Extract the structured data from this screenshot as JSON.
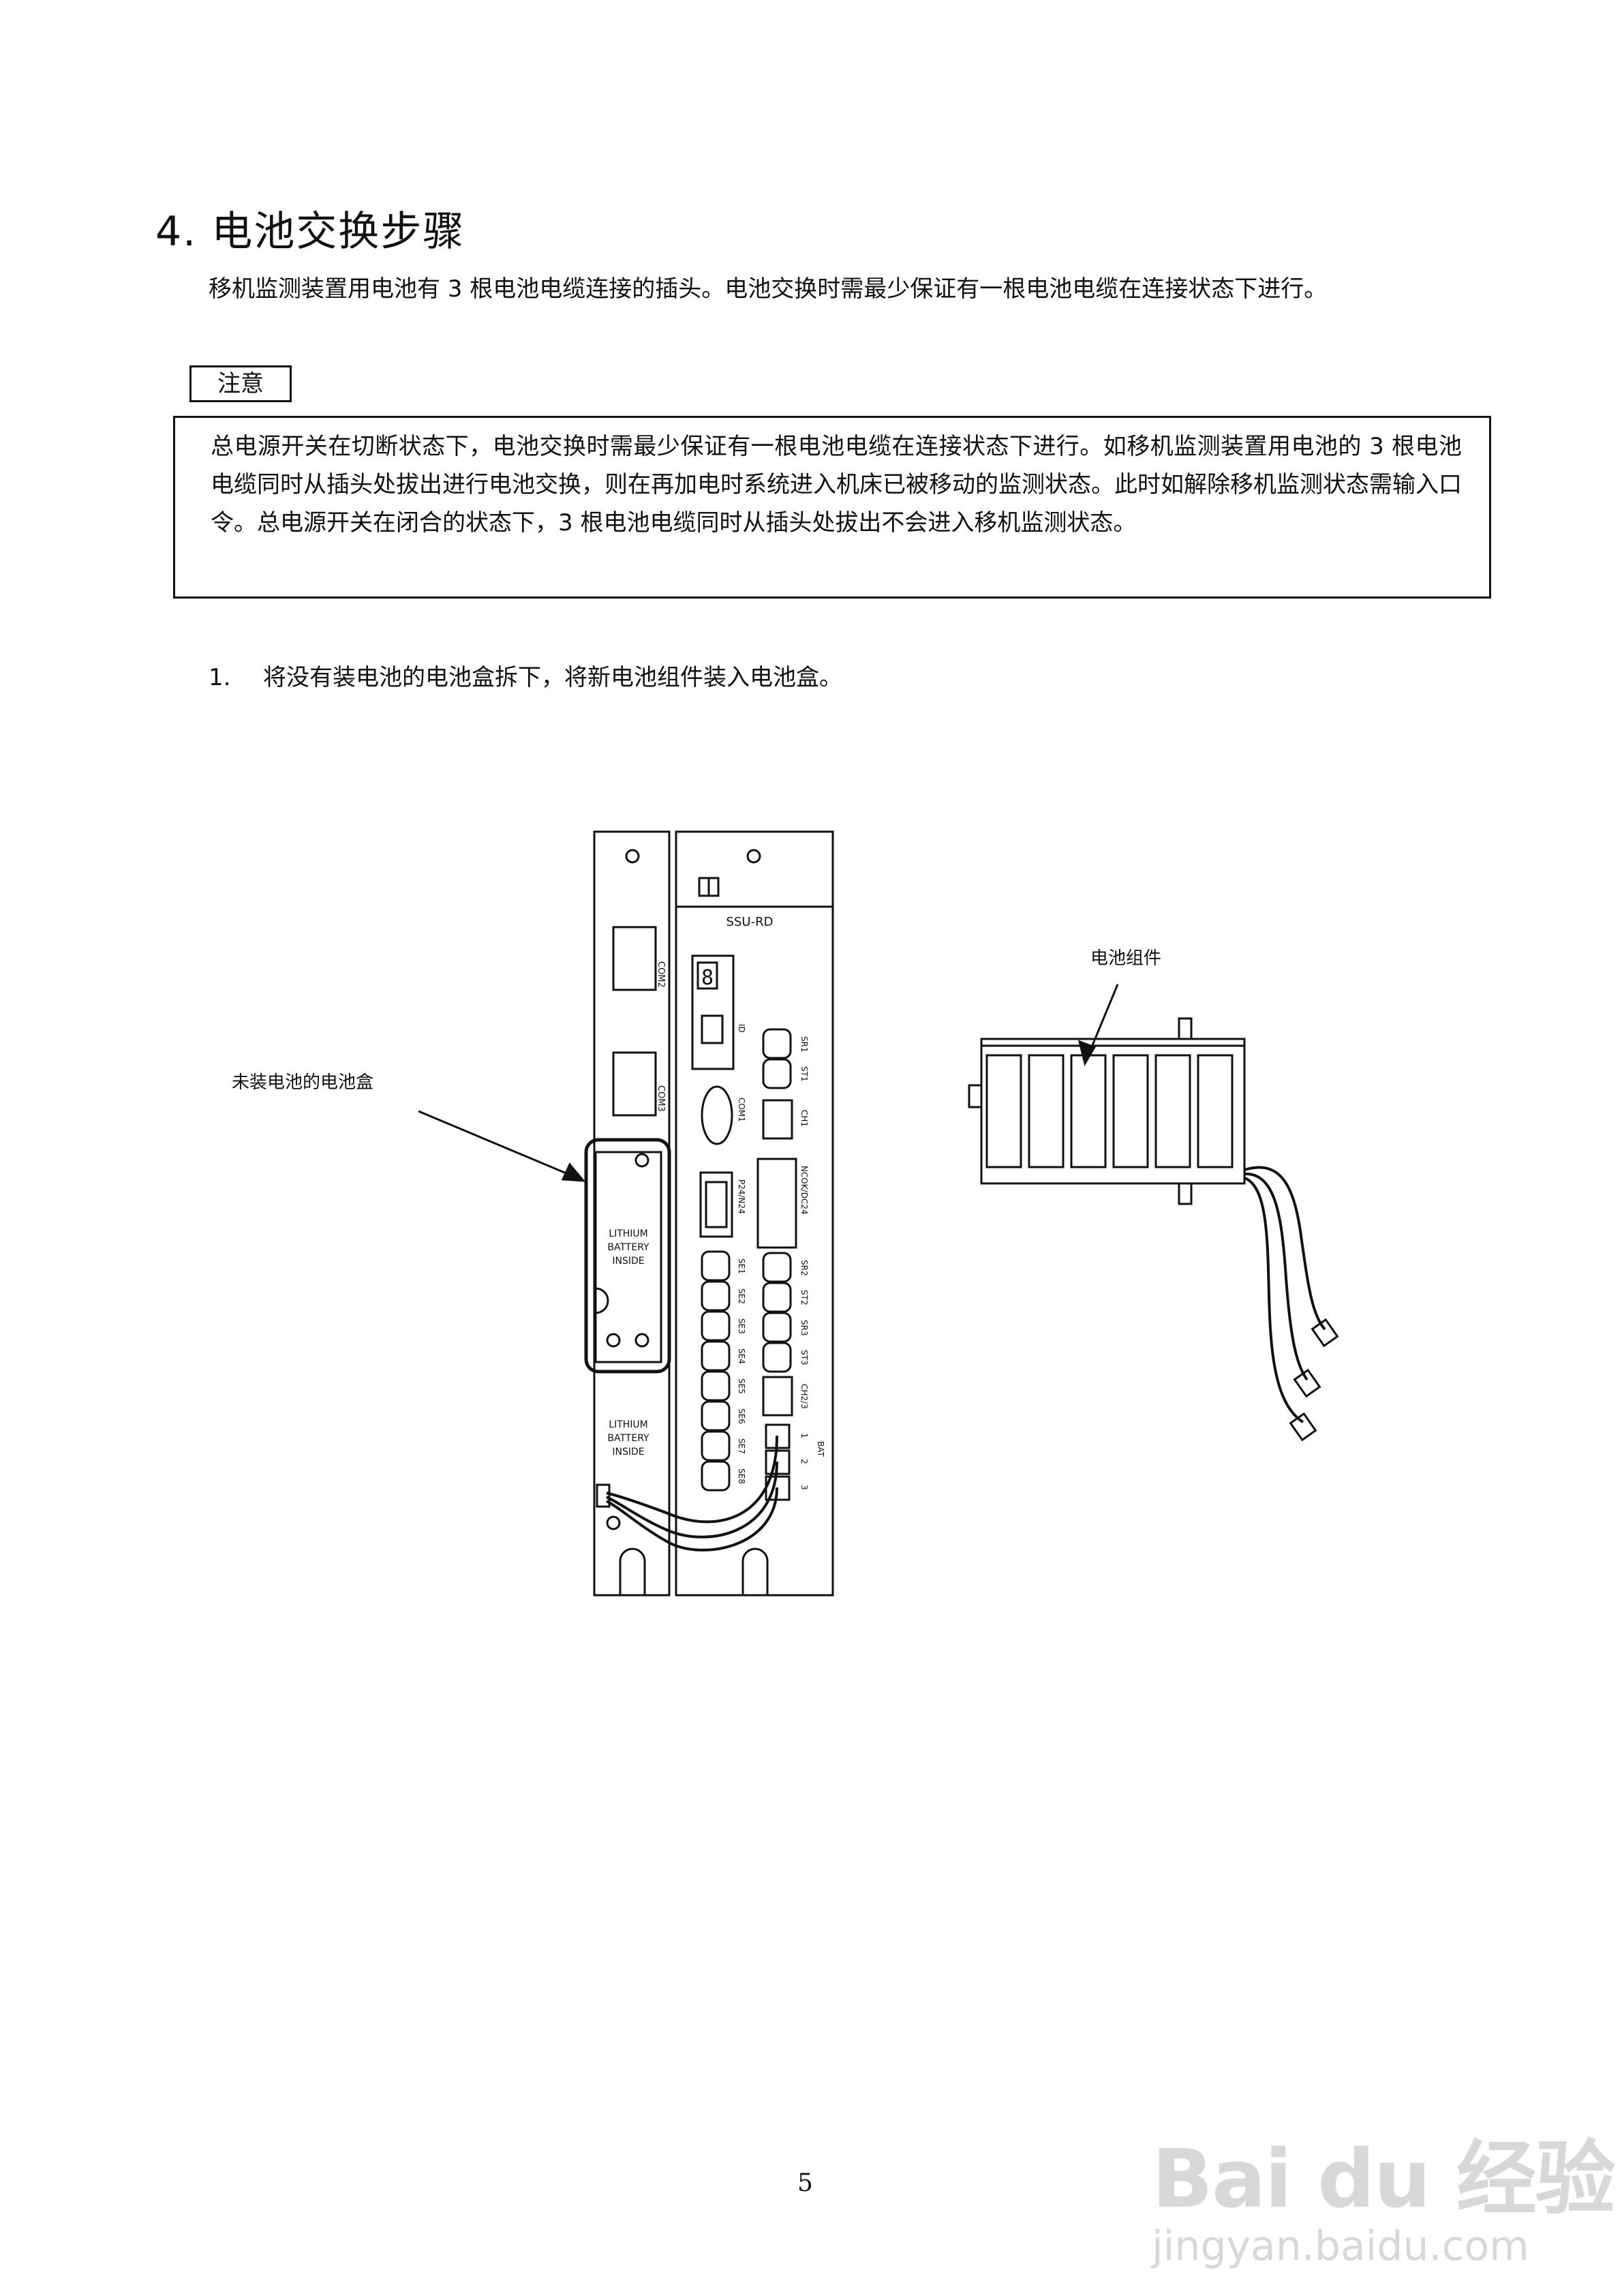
{
  "heading": {
    "number": "4.",
    "title": "电池交换步骤"
  },
  "intro": "移机监测装置用电池有 3 根电池电缆连接的插头。电池交换时需最少保证有一根电池电缆在连接状态下进行。",
  "note": {
    "label": "注意",
    "body": "总电源开关在切断状态下，电池交换时需最少保证有一根电池电缆在连接状态下进行。如移机监测装置用电池的 3 根电池电缆同时从插头处拔出进行电池交换，则在再加电时系统进入机床已被移动的监测状态。此时如解除移机监测状态需输入口令。总电源开关在闭合的状态下，3 根电池电缆同时从插头处拔出不会进入移机监测状态。"
  },
  "steps": [
    {
      "number": "1.",
      "text": "将没有装电池的电池盒拆下，将新电池组件装入电池盒。"
    }
  ],
  "figure": {
    "callout_left": "未装电池的电池盒",
    "callout_right": "电池组件",
    "unit_title": "SSU-RD",
    "left_ports": [
      "COM2",
      "COM3"
    ],
    "battery_label": [
      "LITHIUM",
      "BATTERY",
      "INSIDE"
    ],
    "vertical_labels": [
      "ID",
      "COM1",
      "P24/N24",
      "SE1",
      "SE2",
      "SE3",
      "SE4",
      "SE5",
      "SE6",
      "SE7",
      "SE8"
    ],
    "right_labels": [
      "SR1",
      "ST1",
      "CH1",
      "NCOK/DC24",
      "SR2",
      "ST2",
      "SR3",
      "ST3",
      "CH2/3"
    ],
    "bat_label": "BAT",
    "bat_numbers": [
      "1",
      "2",
      "3"
    ],
    "digit": "8"
  },
  "page_number": "5",
  "watermark": {
    "brand": "Bai du 经验",
    "site": "jingyan.baidu.com"
  }
}
